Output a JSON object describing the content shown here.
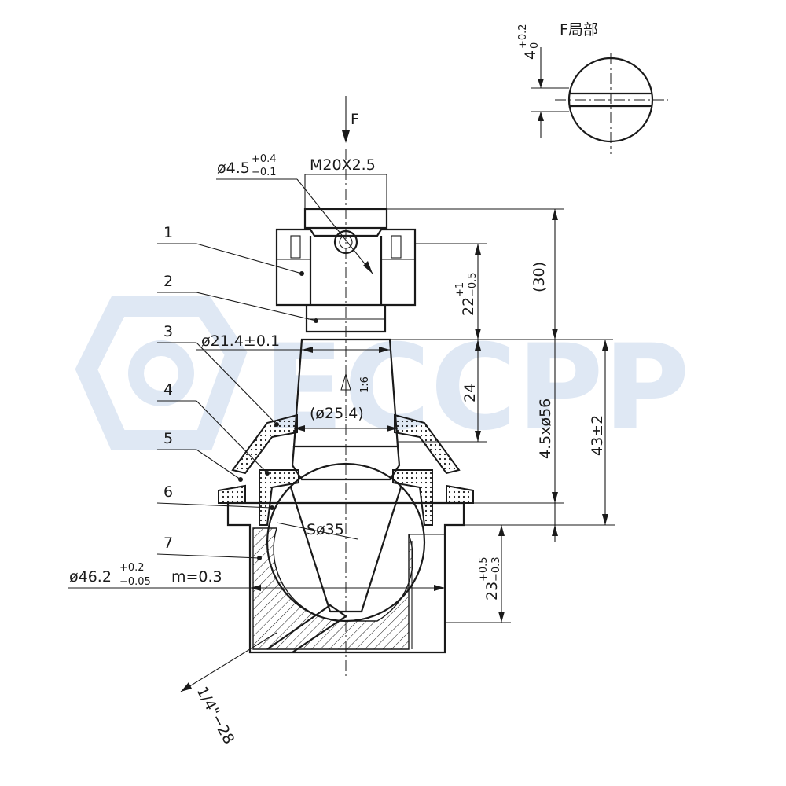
{
  "watermark": {
    "text": "ECCPP",
    "color": "#dfe8f4"
  },
  "detail": {
    "title": "F局部",
    "dim_base": "4",
    "dim_upper": "+0.2",
    "dim_lower": "0"
  },
  "view_arrow": {
    "label": "F"
  },
  "part_labels": [
    "1",
    "2",
    "3",
    "4",
    "5",
    "6",
    "7"
  ],
  "dimensions": {
    "hole_dia_base": "ø4.5",
    "hole_dia_upper": "+0.4",
    "hole_dia_lower": "−0.1",
    "thread": "M20X2.5",
    "neck_dia": "ø21.4±0.1",
    "taper_dia": "(ø25.4)",
    "taper_ratio": "1:6",
    "sphere": "Sø35",
    "body_dia_base": "ø46.2",
    "body_dia_upper": "+0.2",
    "body_dia_lower": "−0.05",
    "chamfer_m": "m=0.3",
    "grease_thread": "1/4\"−28",
    "dim_30": "(30)",
    "dim_22_base": "22",
    "dim_22_upper": "+1",
    "dim_22_lower": "−0.5",
    "dim_24": "24",
    "dim_flange": "4.5xø56",
    "dim_43": "43±2",
    "dim_23_base": "23",
    "dim_23_upper": "+0.5",
    "dim_23_lower": "−0.3"
  }
}
